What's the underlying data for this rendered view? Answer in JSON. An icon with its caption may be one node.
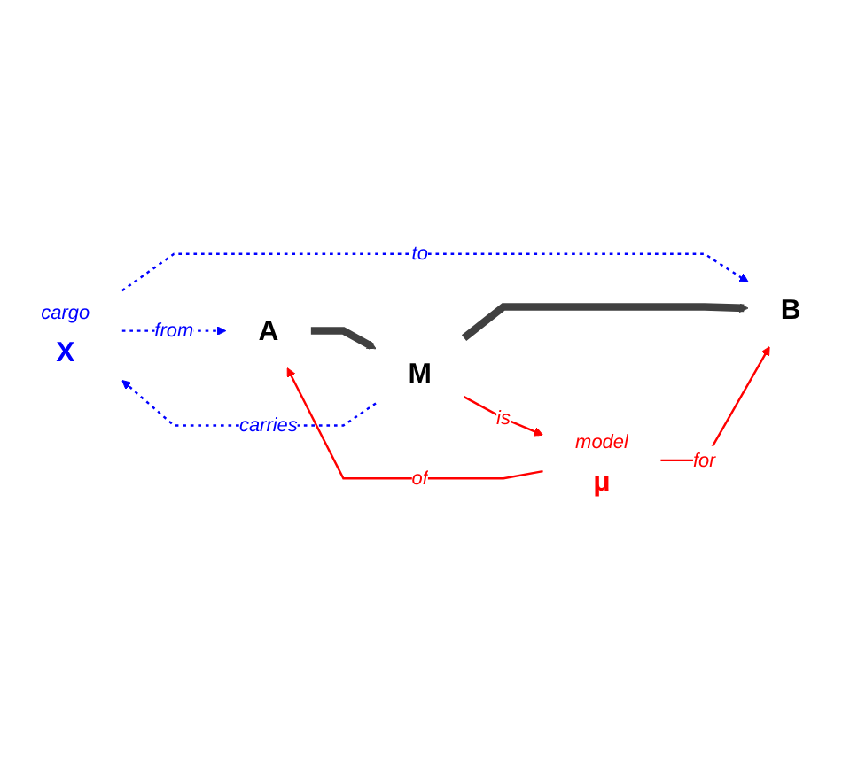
{
  "diagram": {
    "nodes": [
      {
        "text": [
          "X"
        ],
        "beside": [
          "cargo"
        ]
      },
      {
        "text": [
          "A"
        ]
      },
      {
        "text": [
          "M"
        ]
      },
      {
        "text": [
          "B"
        ]
      },
      {
        "text": [
          "μ"
        ],
        "beside": [
          "model"
        ]
      }
    ],
    "edges": [
      {
        "from": 0,
        "to": 1,
        "arrow": "to",
        "label": "from",
        "style": "dashed",
        "color": "#0000ff"
      },
      {
        "from": 0,
        "to": 3,
        "arrow": "to",
        "label": "to",
        "style": "dashed",
        "color": "#0000ff"
      },
      {
        "from": 2,
        "to": 0,
        "arrow": "to",
        "label": "carries",
        "style": "dashed",
        "color": "#0000ff"
      },
      {
        "from": 1,
        "to": 2,
        "arrow": "to",
        "style": "thick",
        "color": "#404040"
      },
      {
        "from": 2,
        "to": 3,
        "arrow": "to",
        "style": "thick",
        "color": "#404040"
      },
      {
        "from": 2,
        "to": 4,
        "arrow": "to",
        "label": "is",
        "color": "#ff0000"
      },
      {
        "from": 4,
        "to": 1,
        "arrow": "to",
        "label": "of",
        "color": "#ff0000"
      },
      {
        "from": 4,
        "to": 3,
        "arrow": "to",
        "label": "for",
        "color": "#ff0000"
      }
    ]
  }
}
